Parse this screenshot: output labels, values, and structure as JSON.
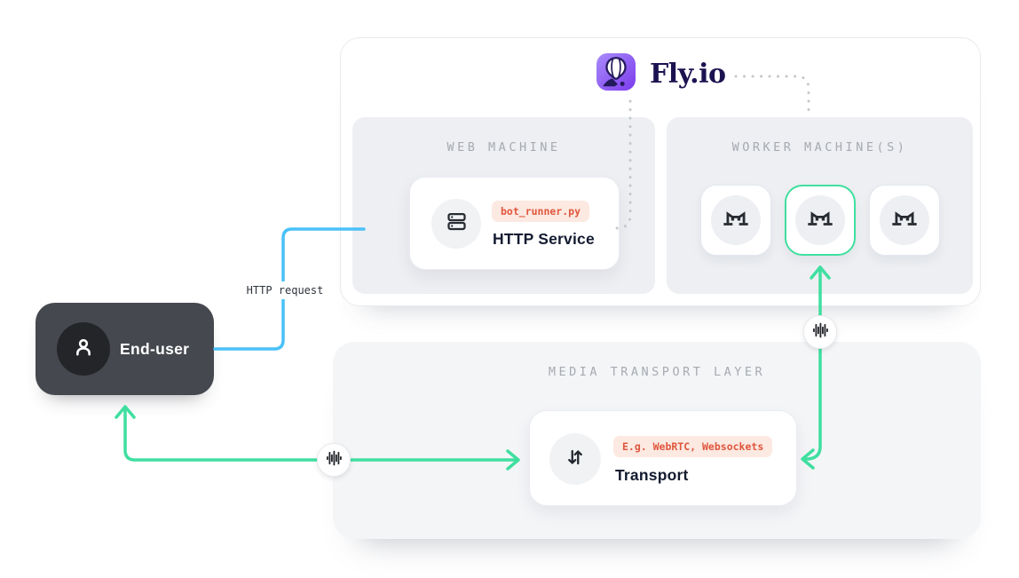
{
  "brand": {
    "name": "Fly.io",
    "logo_icon": "fly-balloon-icon"
  },
  "nodes": {
    "end_user": {
      "label": "End-user",
      "icon": "person-icon"
    },
    "web_machine": {
      "title": "WEB MACHINE",
      "card": {
        "badge": "bot_runner.py",
        "title": "HTTP Service",
        "icon": "server-icon"
      }
    },
    "worker_machines": {
      "title": "WORKER MACHINE(S)",
      "tile_count": 3,
      "highlighted_tile_index": 1,
      "icon": "machine-icon"
    },
    "media_layer": {
      "title": "MEDIA TRANSPORT LAYER",
      "card": {
        "badge": "E.g. WebRTC, Websockets",
        "title": "Transport",
        "icon": "updown-arrows-icon"
      }
    }
  },
  "connections": {
    "http_request": {
      "label": "HTTP request",
      "color": "#4ac1f8",
      "from": "End-user",
      "to": "HTTP Service"
    },
    "media_stream_left": {
      "color": "#3fdfa0",
      "between": [
        "End-user",
        "Transport"
      ],
      "chip_icon": "waveform-icon"
    },
    "media_stream_right": {
      "color": "#3fdfa0",
      "between": [
        "Transport",
        "Worker machine"
      ],
      "chip_icon": "waveform-icon"
    },
    "fly_dotted_links": {
      "color": "#c4c8ce",
      "style": "dotted",
      "from": "Fly.io logo",
      "to": [
        "HTTP Service",
        "WORKER MACHINE(S)"
      ]
    }
  },
  "icons": {
    "fly-balloon-icon": "hot air balloon on purple tile",
    "person-icon": "user silhouette",
    "server-icon": "stacked server racks",
    "machine-icon": "fly machine (bridge/cat) glyph",
    "updown-arrows-icon": "down and up arrows",
    "waveform-icon": "audio waveform bars"
  },
  "colors": {
    "stream_green": "#3fdfa0",
    "request_blue": "#4ac1f8",
    "badge_background": "#fce9e1",
    "badge_text": "#e0563d",
    "end_user_background": "#45484e",
    "heading_gray": "#a6aab1",
    "brand_navy": "#1b1350",
    "panel_gray": "#edeff2",
    "media_panel_gray": "#f4f5f7"
  }
}
